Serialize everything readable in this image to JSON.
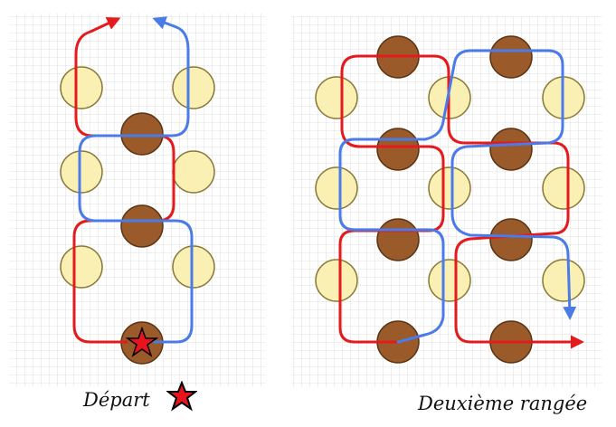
{
  "captions": {
    "left": "Départ",
    "right": "Deuxième rangée"
  },
  "icons": {
    "start_marker": "red-star-icon"
  },
  "colors": {
    "red_path": "#e41a1c",
    "blue_path": "#4a7be8",
    "brown_bead": "#9a5a2a",
    "yellow_bead": "#fbf0b4",
    "grid": "#d6d6d6"
  },
  "panels": [
    {
      "id": "left",
      "columns": 1,
      "rows": 3
    },
    {
      "id": "right",
      "columns": 2,
      "rows": 3
    }
  ]
}
